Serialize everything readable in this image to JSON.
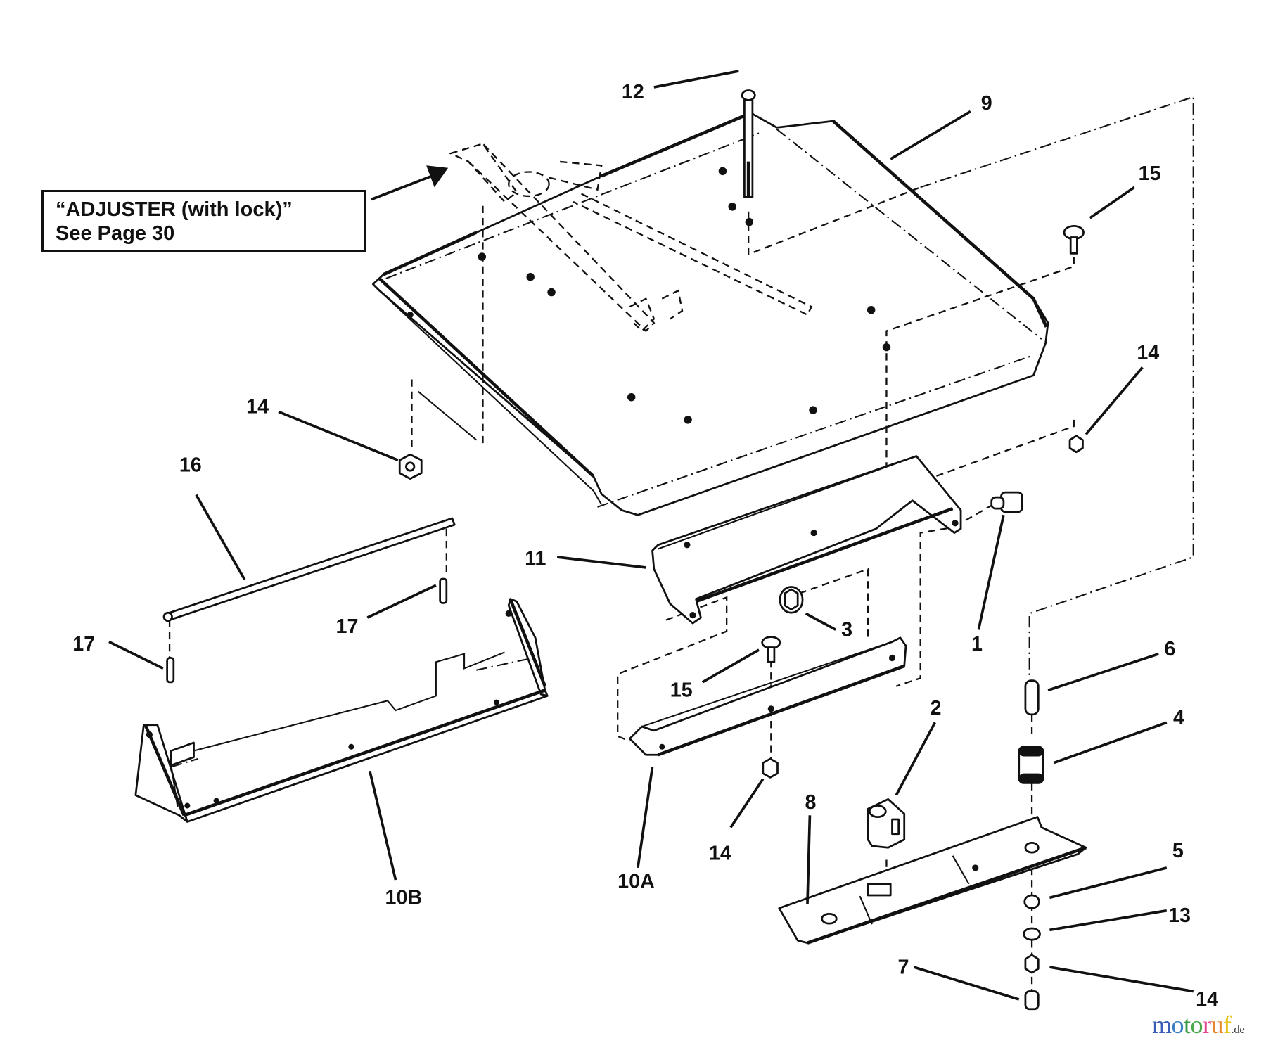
{
  "diagram": {
    "title": "Seat pan / adjuster exploded parts diagram",
    "note": {
      "line1": "“ADJUSTER (with lock)”",
      "line2": "See Page 30"
    },
    "callouts": [
      {
        "id": "c12",
        "label": "12",
        "part": "bolt"
      },
      {
        "id": "c9",
        "label": "9",
        "part": "seat-pan"
      },
      {
        "id": "c15a",
        "label": "15",
        "part": "carriage-bolt"
      },
      {
        "id": "c14a",
        "label": "14",
        "part": "nut"
      },
      {
        "id": "c14b",
        "label": "14",
        "part": "nut"
      },
      {
        "id": "c16",
        "label": "16",
        "part": "rod"
      },
      {
        "id": "c11",
        "label": "11",
        "part": "bracket"
      },
      {
        "id": "c1",
        "label": "1",
        "part": "shoulder-bolt"
      },
      {
        "id": "c17a",
        "label": "17",
        "part": "pin"
      },
      {
        "id": "c17b",
        "label": "17",
        "part": "pin"
      },
      {
        "id": "c3",
        "label": "3",
        "part": "flange-nut"
      },
      {
        "id": "c6",
        "label": "6",
        "part": "spacer"
      },
      {
        "id": "c15b",
        "label": "15",
        "part": "carriage-bolt"
      },
      {
        "id": "c2",
        "label": "2",
        "part": "switch"
      },
      {
        "id": "c4",
        "label": "4",
        "part": "bushing"
      },
      {
        "id": "c8",
        "label": "8",
        "part": "hinge-plate"
      },
      {
        "id": "c14c",
        "label": "14",
        "part": "nut"
      },
      {
        "id": "c10B",
        "label": "10B",
        "part": "seat-support-b"
      },
      {
        "id": "c10A",
        "label": "10A",
        "part": "seat-support-a"
      },
      {
        "id": "c5",
        "label": "5",
        "part": "washer"
      },
      {
        "id": "c13",
        "label": "13",
        "part": "lock-washer"
      },
      {
        "id": "c7",
        "label": "7",
        "part": "cap"
      },
      {
        "id": "c14d",
        "label": "14",
        "part": "nut"
      }
    ]
  },
  "watermark": {
    "letters": [
      {
        "ch": "m",
        "color": "#3b5db8"
      },
      {
        "ch": "o",
        "color": "#3b7fc4"
      },
      {
        "ch": "t",
        "color": "#3a9a45"
      },
      {
        "ch": "o",
        "color": "#4aa84a"
      },
      {
        "ch": "r",
        "color": "#e0458e"
      },
      {
        "ch": "u",
        "color": "#e8872a"
      },
      {
        "ch": "f",
        "color": "#e6c21c"
      }
    ],
    "tld": ".de"
  }
}
